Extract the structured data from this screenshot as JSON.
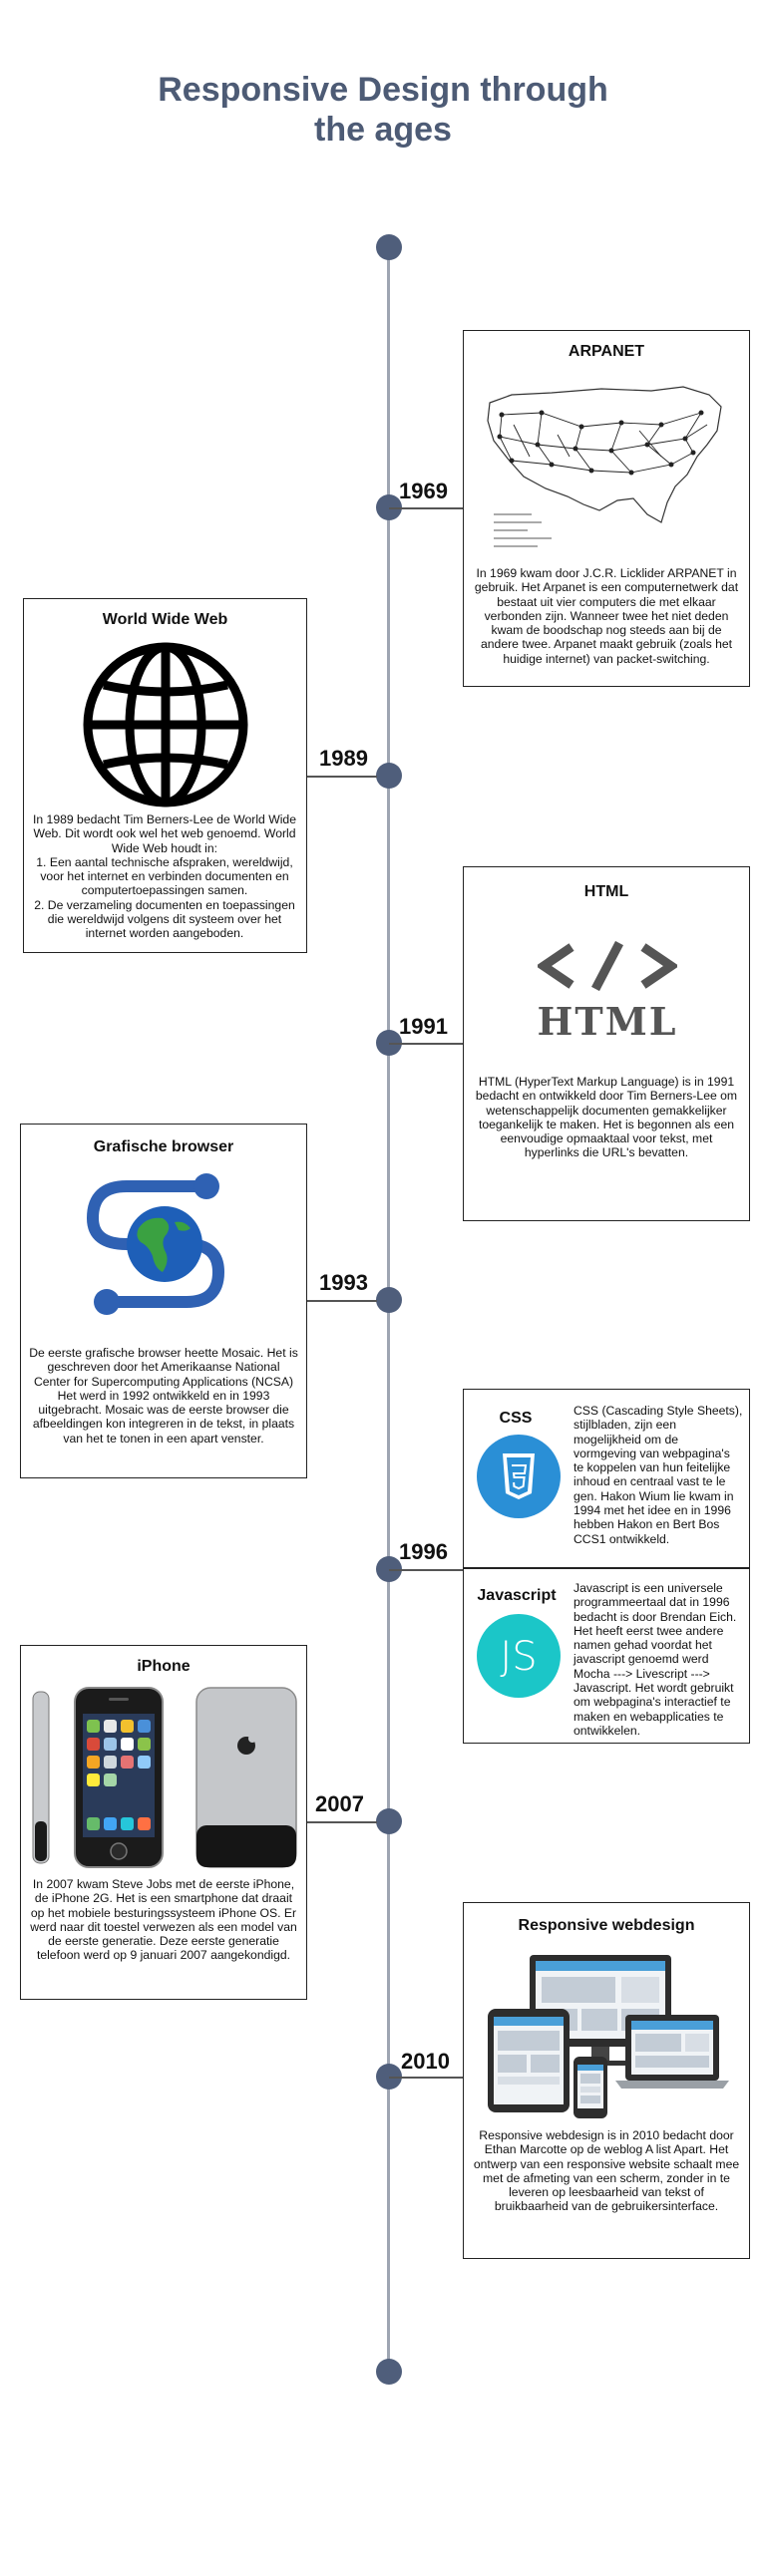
{
  "page_title": "Responsive Design through\nthe ages",
  "colors": {
    "title": "#4d5b75",
    "line": "#9ea5b2",
    "dot": "#4f5e7b",
    "css_blue": "#2a8fd6",
    "js_teal": "#1bc6c8"
  },
  "timeline": [
    {
      "year": "1969",
      "title": "ARPANET",
      "image": "arpanet-map",
      "text": "In 1969 kwam door J.C.R. Licklider ARPANET in gebruik. Het Arpanet is een computernetwerk dat bestaat uit vier computers die met elkaar verbonden zijn. Wanneer twee het niet deden kwam de boodschap nog steeds aan bij de andere twee. Arpanet maakt gebruik (zoals het huidige internet) van packet-switching."
    },
    {
      "year": "1989",
      "title": "World Wide Web",
      "image": "globe-icon",
      "text": "In 1989 bedacht Tim Berners-Lee de World Wide Web. Dit wordt ook wel het web genoemd. World Wide Web houdt in:\n1. Een aantal technische afspraken, wereldwijd, voor het internet en verbinden documenten en computertoepassingen samen.\n2. De verzameling documenten en toepassingen die wereldwijd volgens dit systeem over het internet worden aangeboden."
    },
    {
      "year": "1991",
      "title": "HTML",
      "image": "html-code-icon",
      "logo_text": "HTML",
      "text": "HTML (HyperText Markup Language) is in 1991 bedacht en ontwikkeld door Tim Berners-Lee om wetenschappelijk documenten gemakkelijker toegankelijk te maken. Het is begonnen als een eenvoudige opmaaktaal voor tekst, met hyperlinks die URL's bevatten."
    },
    {
      "year": "1993",
      "title": "Grafische browser",
      "image": "mosaic-logo",
      "text": "De eerste grafische browser heette Mosaic. Het is geschreven door het Amerikaanse National Center for Supercomputing Applications (NCSA) Het werd in 1992 ontwikkeld en in 1993 uitgebracht. Mosaic was de eerste browser die afbeeldingen kon integreren in de tekst, in plaats van het te tonen in een apart venster."
    },
    {
      "year": "1996",
      "entries": [
        {
          "title": "CSS",
          "image": "css3-icon",
          "text": "CSS (Cascading Style Sheets), stijlbladen, zijn een mogelijkheid om de vormgeving van webpagina's te koppelen van hun feitelijke inhoud en centraal vast te le gen. Hakon Wium lie kwam in 1994 met het idee en in 1996 hebben Hakon en Bert Bos CCS1 ontwikkeld."
        },
        {
          "title": "Javascript",
          "image": "js-icon",
          "text": "Javascript is een universele programmeertaal dat in 1996 bedacht is door Brendan Eich. Het heeft eerst twee andere namen gehad voordat het javascript genoemd werd Mocha ---> Livescript ---> Javascript. Het wordt gebruikt om webpagina's interactief te maken en webapplicaties te ontwikkelen."
        }
      ]
    },
    {
      "year": "2007",
      "title": "iPhone",
      "image": "iphone-photo",
      "text": "In 2007 kwam Steve Jobs met de eerste iPhone, de iPhone 2G. Het is een smartphone dat draait op het mobiele besturingssysteem iPhone OS. Er werd naar dit toestel verwezen als een model van de eerste generatie. Deze eerste generatie telefoon werd op 9 januari 2007 aangekondigd."
    },
    {
      "year": "2010",
      "title": "Responsive webdesign",
      "image": "responsive-devices",
      "text": "Responsive webdesign is in 2010 bedacht door Ethan Marcotte op de weblog A list Apart. Het ontwerp van een responsive website schaalt mee met de afmeting van een scherm, zonder in te leveren op leesbaarheid van tekst of bruikbaarheid van de gebruikersinterface."
    }
  ]
}
